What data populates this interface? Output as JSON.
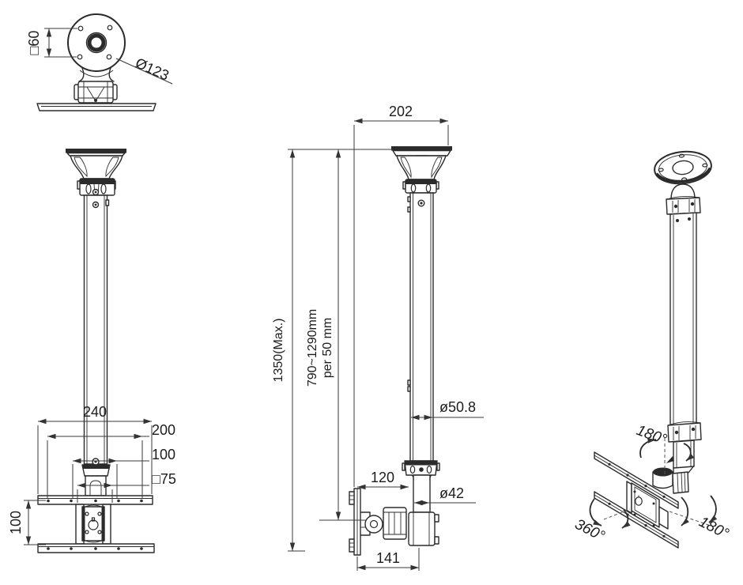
{
  "line_color": "#2b2b2b",
  "background": "#ffffff",
  "views": {
    "top": {
      "square": "□60",
      "diameter": "Ø123"
    },
    "front": {
      "width_240": "240",
      "holes_200": "200",
      "holes_100": "100",
      "vesa_75": "□75",
      "gap_100": "100"
    },
    "side": {
      "offset_202": "202",
      "max_1350": "1350(Max.)",
      "range_790_1290": "790~1290mm",
      "step_per_50": "per 50 mm",
      "dia_50_8": "ø50.8",
      "depth_120": "120",
      "dia_42": "ø42",
      "depth_141": "141"
    },
    "perspective": {
      "tilt_180": "180°",
      "rotate_360": "360°",
      "swivel_180": "180°"
    }
  }
}
